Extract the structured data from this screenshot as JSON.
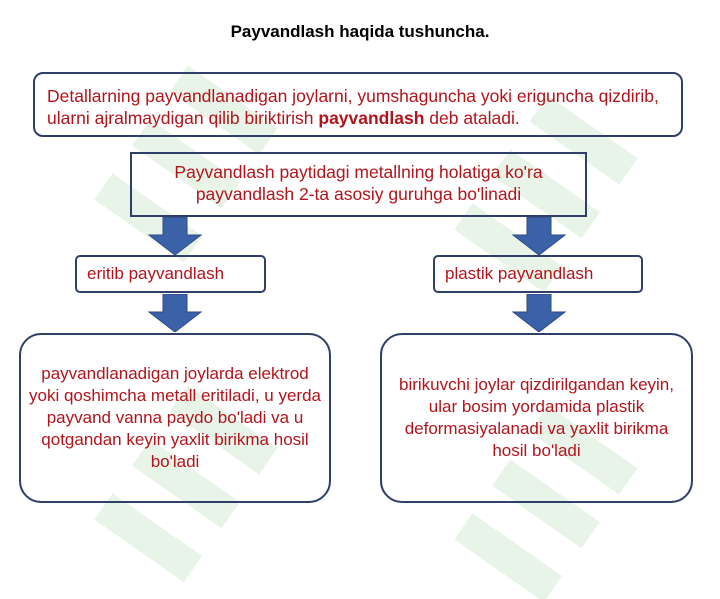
{
  "title": "Payvandlash haqida tushuncha.",
  "definition": {
    "text_before": "Detallarning payvandlanadigan joylarni, yumshaguncha yoki eriguncha qizdirib, ularni ajralmaydigan qilib biriktirish ",
    "highlight": "payvandlash",
    "text_after": " deb ataladi."
  },
  "grouping": {
    "text": "Payvandlash paytidagi metallning holatiga ko'ra payvandlash 2-ta asosiy guruhga bo'linadi"
  },
  "branches": [
    {
      "label": "eritib payvandlash",
      "description": "payvandlanadigan joylarda elektrod yoki qoshimcha metall eritiladi, u yerda payvand vanna paydo bo'ladi va u qotgandan keyin yaxlit birikma hosil  bo'ladi"
    },
    {
      "label": "plastik payvandlash",
      "description": "birikuvchi joylar qizdirilgandan keyin, ular bosim yordamida plastik deformasiyalanadi va yaxlit birikma hosil bo'ladi"
    }
  ],
  "colors": {
    "text": "#b3141c",
    "border": "#2f3f6a",
    "arrow": "#3b62a8",
    "title": "#000000"
  },
  "icons": {
    "arrow": "down-arrow-icon"
  }
}
